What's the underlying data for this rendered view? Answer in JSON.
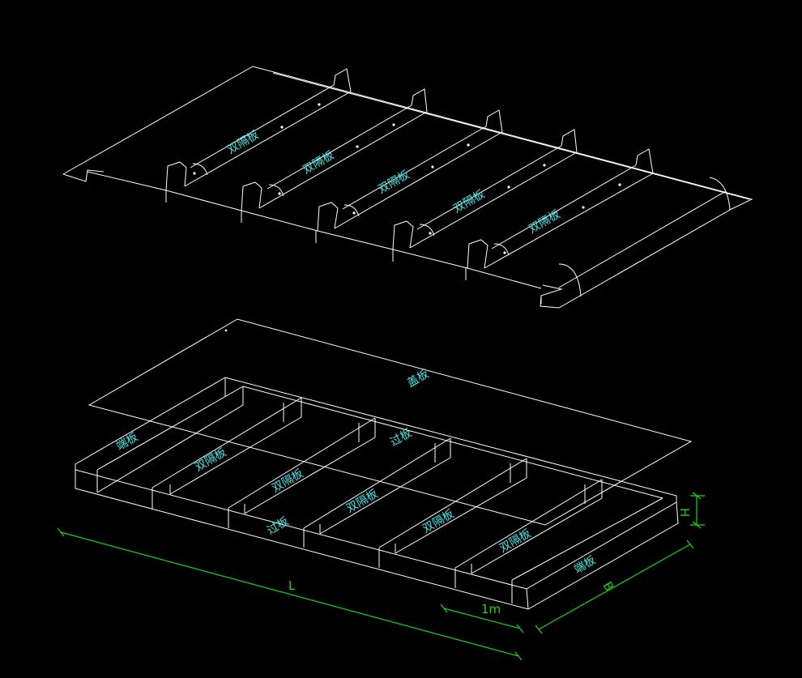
{
  "labels": {
    "double_partition": "双隔板",
    "cover_plate": "盖板",
    "end_plate": "端板",
    "transition_plate": "过板"
  },
  "dimensions": {
    "length": "L",
    "width": "B",
    "height": "H",
    "spacing": "1m"
  },
  "colors": {
    "background": "#000000",
    "lines": "#ffffff",
    "labels": "#49e6e6",
    "dimensions": "#17d417"
  }
}
